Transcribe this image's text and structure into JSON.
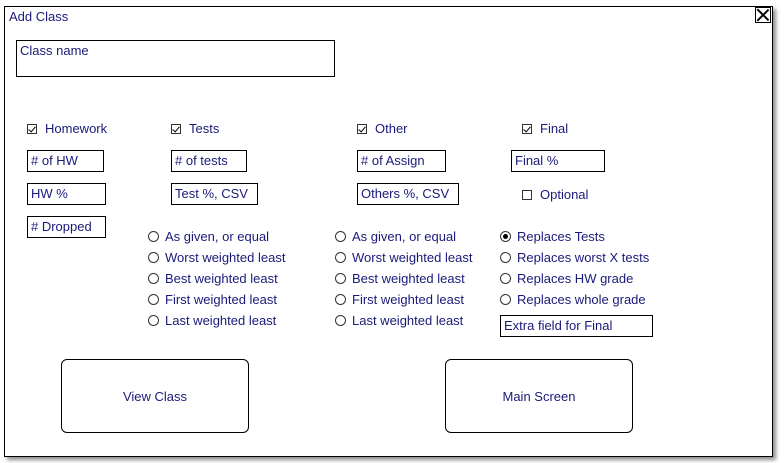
{
  "window": {
    "title": "Add Class"
  },
  "class_name": {
    "placeholder": "Class name"
  },
  "categories": {
    "homework": {
      "label": "Homework",
      "checked": true,
      "fields": [
        "# of HW",
        "HW %",
        "# Dropped"
      ]
    },
    "tests": {
      "label": "Tests",
      "checked": true,
      "fields": [
        "# of tests",
        "Test %, CSV"
      ]
    },
    "other": {
      "label": "Other",
      "checked": true,
      "fields": [
        "# of Assign",
        "Others %, CSV"
      ]
    },
    "final": {
      "label": "Final",
      "checked": true,
      "fields": [
        "Final %"
      ],
      "optional": {
        "label": "Optional",
        "checked": false
      }
    }
  },
  "tests_weighting": [
    "As given, or equal",
    "Worst weighted least",
    "Best weighted least",
    "First weighted least",
    "Last weighted least"
  ],
  "other_weighting": [
    "As given, or equal",
    "Worst weighted least",
    "Best weighted least",
    "First weighted least",
    "Last weighted least"
  ],
  "final_options": {
    "items": [
      "Replaces Tests",
      "Replaces worst X tests",
      "Replaces HW grade",
      "Replaces whole grade"
    ],
    "selected": "Replaces Tests",
    "extra_field": "Extra field for Final"
  },
  "buttons": {
    "view_class": "View Class",
    "main_screen": "Main Screen"
  },
  "icons": {
    "close": "close-icon",
    "checkbox": "checkbox-icon",
    "radio": "radio-icon"
  }
}
